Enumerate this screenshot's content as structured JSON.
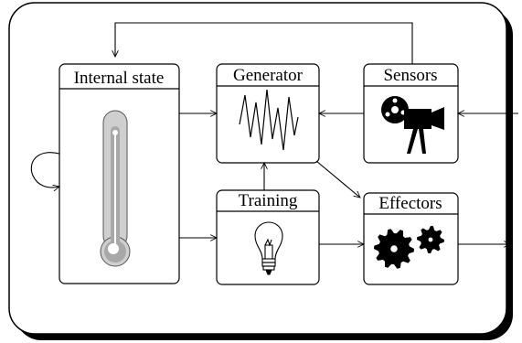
{
  "diagram": {
    "blocks": {
      "internal_state": {
        "title": "Internal state",
        "icon": "thermometer-icon"
      },
      "generator": {
        "title": "Generator",
        "icon": "waveform-icon"
      },
      "sensors": {
        "title": "Sensors",
        "icon": "movie-camera-icon"
      },
      "training": {
        "title": "Training",
        "icon": "light-bulb-icon"
      },
      "effectors": {
        "title": "Effectors",
        "icon": "gears-icon"
      }
    },
    "colors": {
      "line": "#000000",
      "background": "#ffffff",
      "shadow": "#000000",
      "thermometer_outer": "#cfcfcf",
      "thermometer_inner": "#a8a8a8"
    }
  }
}
